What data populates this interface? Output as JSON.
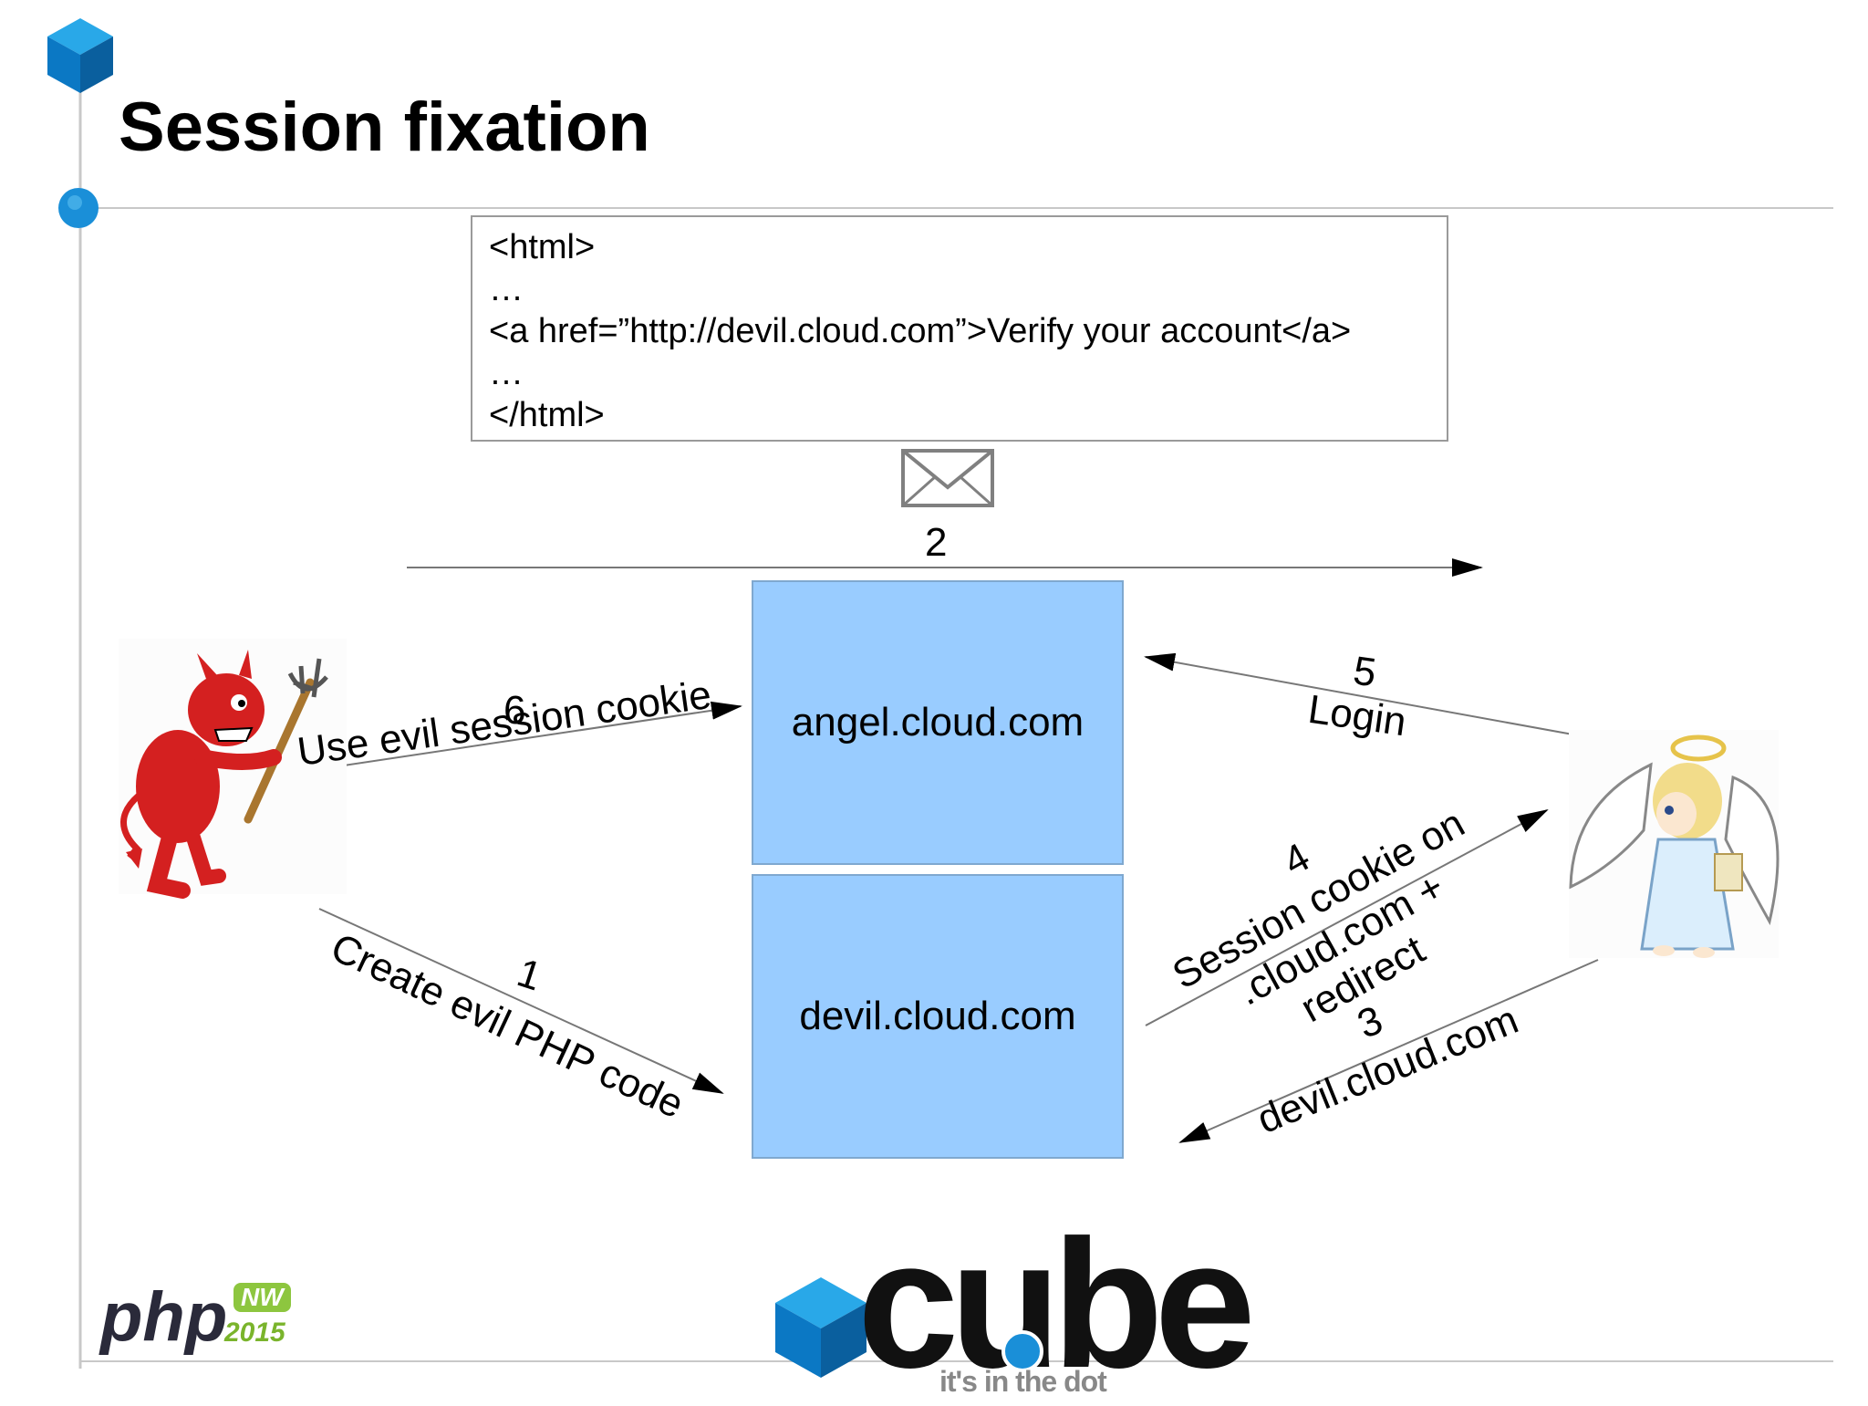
{
  "slide": {
    "title": "Session fixation",
    "code_lines": [
      "<html>",
      "…",
      "<a href=”http://devil.cloud.com”>Verify your account</a>",
      "…",
      "</html>"
    ],
    "servers": {
      "angel": "angel.cloud.com",
      "devil": "devil.cloud.com"
    },
    "steps": {
      "step2": "2",
      "step6_num": "6",
      "step6_text": "Use evil session cookie",
      "step5_num": "5",
      "step5_text": "Login",
      "step1_num": "1",
      "step1_text": "Create evil PHP code",
      "step4_num": "4",
      "step4_line1": "Session cookie on",
      "step4_line2": ".cloud.com +",
      "step4_line3": "redirect",
      "step3_num": "3",
      "step3_text": "devil.cloud.com"
    },
    "footer": {
      "php_logo_text": "php",
      "php_badge": "NW",
      "php_year": "2015",
      "brand": "cube",
      "tagline": "it's in the dot"
    },
    "colors": {
      "accent_blue": "#1a8fd8",
      "server_fill": "#99ccff",
      "php_green": "#8dc63f"
    }
  }
}
